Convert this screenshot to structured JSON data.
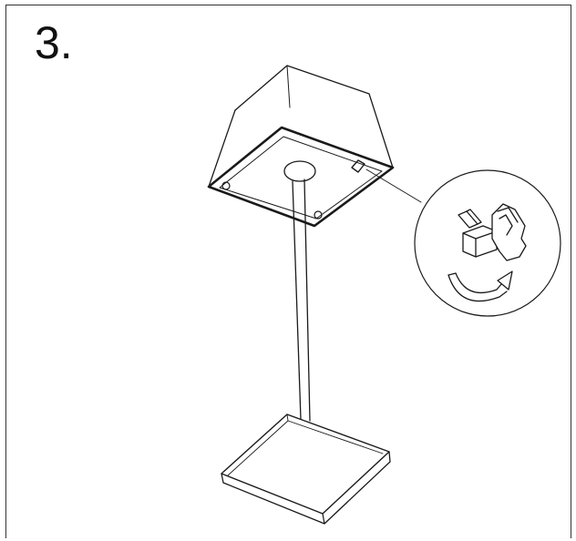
{
  "step": {
    "number": "3."
  },
  "colors": {
    "line": "#1a1a1a",
    "background": "#ffffff"
  },
  "illustration": {
    "parts": [
      "lamp-shade",
      "pole",
      "base",
      "detail-callout",
      "rotate-arrow-icon"
    ]
  }
}
